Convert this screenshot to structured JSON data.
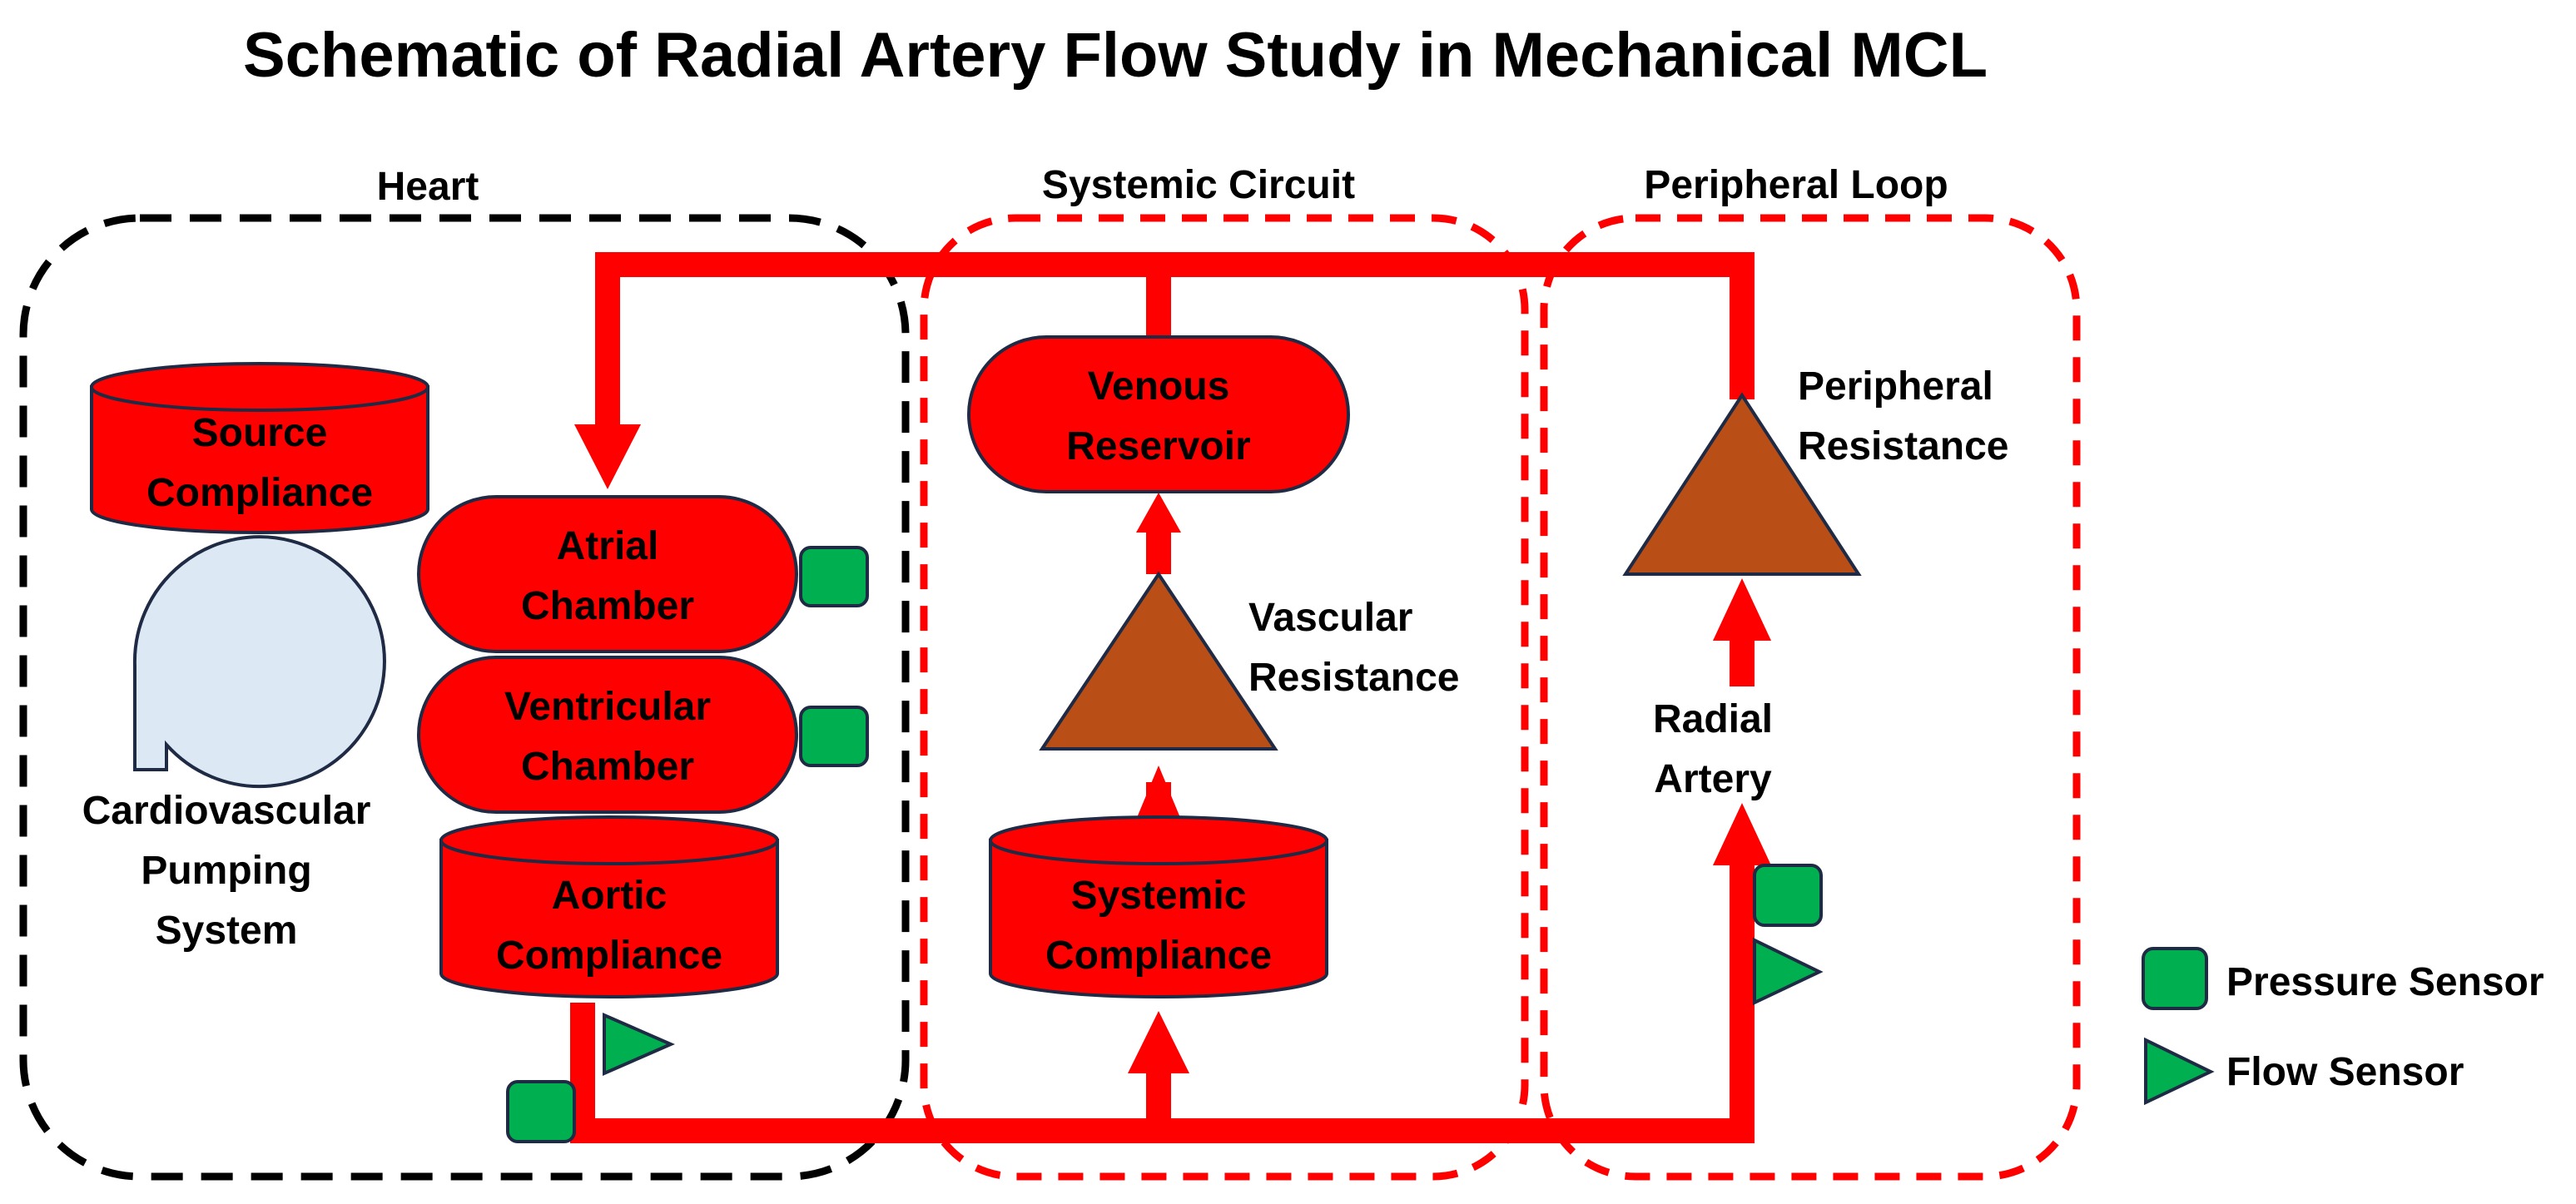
{
  "title": "Schematic of Radial Artery Flow Study in Mechanical MCL",
  "groups": {
    "heart": "Heart",
    "systemic": "Systemic Circuit",
    "peripheral": "Peripheral Loop"
  },
  "nodes": {
    "source_compliance": [
      "Source",
      "Compliance"
    ],
    "pump": [
      "Cardiovascular",
      "Pumping",
      "System"
    ],
    "atrial": [
      "Atrial",
      "Chamber"
    ],
    "ventricular": [
      "Ventricular",
      "Chamber"
    ],
    "aortic": [
      "Aortic",
      "Compliance"
    ],
    "venous": [
      "Venous",
      "Reservoir"
    ],
    "vascular": [
      "Vascular",
      "Resistance"
    ],
    "systemic_compliance": [
      "Systemic",
      "Compliance"
    ],
    "peripheral": [
      "Peripheral",
      "Resistance"
    ],
    "radial": [
      "Radial",
      "Artery"
    ]
  },
  "legend": {
    "pressure": "Pressure Sensor",
    "flow": "Flow Sensor"
  },
  "colors": {
    "flow_line": "#ff0000",
    "chamber_fill": "#ff0000",
    "resistance_fill": "#b94e17",
    "sensor_fill": "#00b050",
    "pump_fill": "#dde8f5",
    "heart_border": "#000000",
    "circuit_border": "#ff0000"
  }
}
